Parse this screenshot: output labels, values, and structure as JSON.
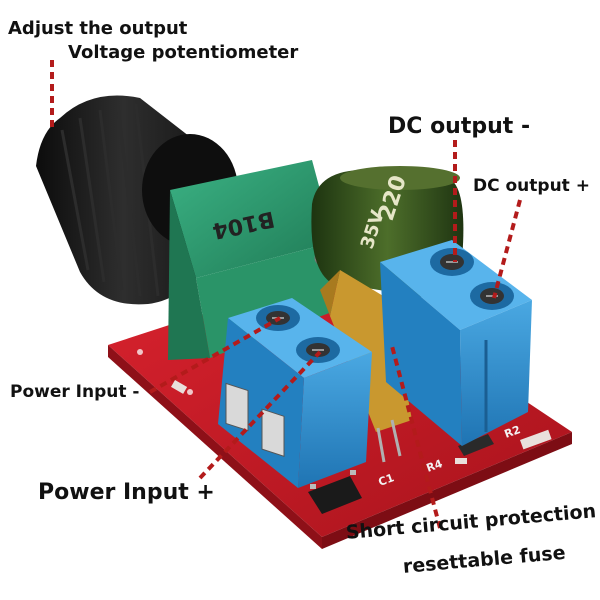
{
  "labels": {
    "adjust_line1": "Adjust the output",
    "adjust_line2": "Voltage potentiometer",
    "dc_output_minus": "DC output -",
    "dc_output_plus": "DC output +",
    "power_input_minus": "Power Input -",
    "power_input_plus": "Power Input +",
    "fuse_line1": "Short circuit protection",
    "fuse_line2": "resettable fuse"
  },
  "component_markings": {
    "potentiometer": "B104",
    "capacitor_value": "220",
    "capacitor_voltage": "35V",
    "silk_c1": "C1",
    "silk_r2": "R2",
    "silk_r4": "R4"
  },
  "colors": {
    "pcb": "#c41a24",
    "terminal": "#2b8fcf",
    "pot_body": "#2e9e72",
    "knob": "#1b1b1b",
    "capacitor": "#2f4f1c",
    "fuse": "#c49538",
    "leader_line": "#b31b1b"
  }
}
